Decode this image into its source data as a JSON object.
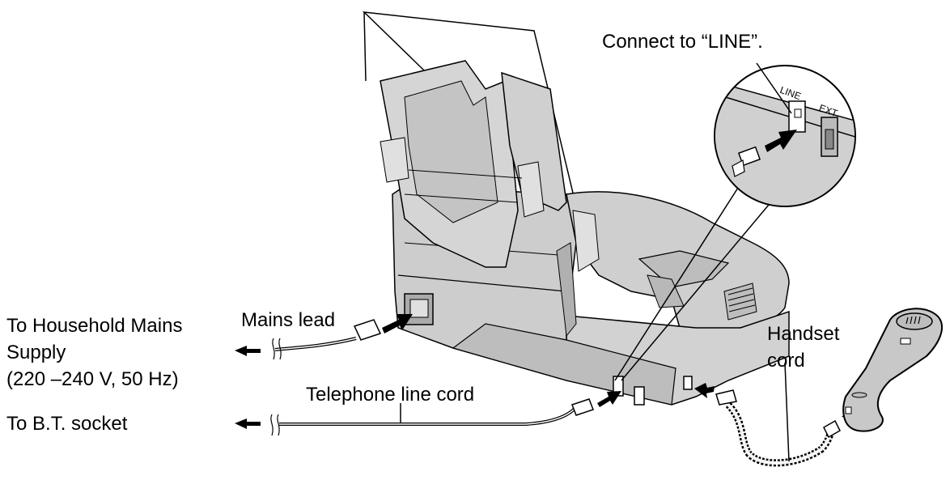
{
  "labels": {
    "connect_line": "Connect to “LINE”.",
    "mains_lead": "Mains lead",
    "household_supply_line1": "To Household Mains",
    "household_supply_line2": "Supply",
    "household_supply_line3": "(220 –240 V, 50 Hz)",
    "telephone_line_cord": "Telephone line cord",
    "bt_socket": "To B.T. socket",
    "handset_cord_line1": "Handset",
    "handset_cord_line2": "cord",
    "jack_line": "LINE",
    "jack_ext": "EXT"
  },
  "colors": {
    "stroke": "#000000",
    "body_fill": "#d0d0d0",
    "body_shadow": "#b4b4b4",
    "handset_fill": "#c8c8c8",
    "paper": "#ffffff"
  }
}
